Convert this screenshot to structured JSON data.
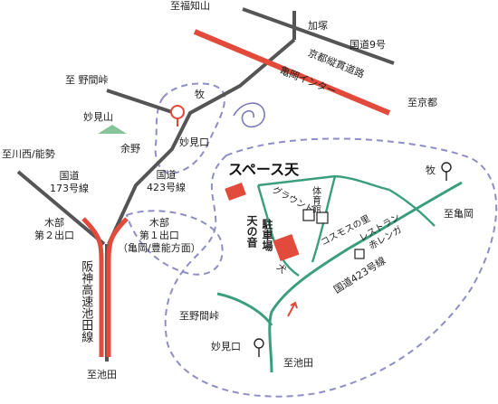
{
  "colors": {
    "road_gray": "#555555",
    "road_red": "#e24a3b",
    "road_green": "#3a9e7e",
    "boundary_dash": "#8e8ec6",
    "spacesky_red": "#e24a3b",
    "mountain_green": "#86c49a",
    "swirl_blue": "#7a7ab8"
  },
  "labels": {
    "to_fukuchiyama": "至福知山",
    "kazuka": "加塚",
    "route9": "国道9号",
    "kyoto_jukan": "京都縦貫道路",
    "kameoka_ic": "亀岡インター",
    "to_kyoto": "至京都",
    "to_nomatoge_top": "至 野間峠",
    "maki_top": "牧",
    "myokenzan": "妙見山",
    "yono": "余野",
    "myokenguchi_top": "妙見口",
    "to_kawanishi": "至川西/能勢",
    "route173": "国道\n173号線",
    "route423_top": "国道\n423号線",
    "kibe_exit2": "木部\n第２出口",
    "kibe_exit1": "木部\n第１出口\n（亀岡/豊能方面）",
    "hanshin": "阪神高速池田線",
    "to_ikeda_left": "至池田",
    "space_ten": "スペース天",
    "maki_inset": "牧",
    "taiikukan": "体育館",
    "ground": "グラウンド",
    "tennone": "天の音",
    "parking": "駐車場",
    "cosmos": "コスモスの里",
    "restaurant": "レストラン\n赤レンガ",
    "to_kameoka": "至亀岡",
    "route423_inset": "国道423号線",
    "to_nomatoge_inset": "至野間峠",
    "myokenguchi_inset": "妙見口",
    "to_ikeda_inset": "至池田",
    "inu": "犬"
  }
}
